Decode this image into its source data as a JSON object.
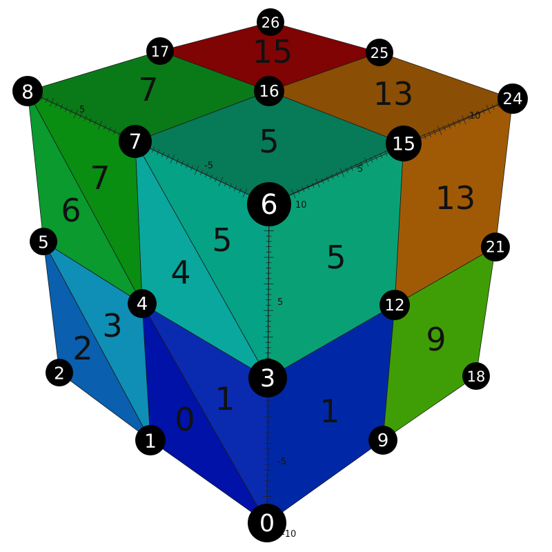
{
  "faces": [
    {
      "label": "0",
      "color": "#0012a8"
    },
    {
      "label": "1",
      "color": "#0a2bb0"
    },
    {
      "label": "1",
      "color": "#0028a6"
    },
    {
      "label": "2",
      "color": "#0a5fae"
    },
    {
      "label": "3",
      "color": "#0f8fb6"
    },
    {
      "label": "4",
      "color": "#0aa79e"
    },
    {
      "label": "5",
      "color": "#06a285"
    },
    {
      "label": "5",
      "color": "#0aa076"
    },
    {
      "label": "5",
      "color": "#077a58"
    },
    {
      "label": "6",
      "color": "#0a9a2e"
    },
    {
      "label": "7",
      "color": "#098e12"
    },
    {
      "label": "7",
      "color": "#0a7a18"
    },
    {
      "label": "9",
      "color": "#3f9e06"
    },
    {
      "label": "13",
      "color": "#a05a06"
    },
    {
      "label": "13",
      "color": "#8a4e04"
    },
    {
      "label": "15",
      "color": "#800404"
    }
  ],
  "nodes": [
    "0",
    "1",
    "2",
    "3",
    "4",
    "5",
    "6",
    "7",
    "8",
    "9",
    "12",
    "15",
    "16",
    "17",
    "18",
    "21",
    "24",
    "25",
    "26"
  ],
  "axis_ticks": {
    "vertical": [
      "5",
      "-5",
      "-10"
    ],
    "left": [
      "-5",
      "5"
    ],
    "right": [
      "5",
      "10"
    ],
    "origin": "10"
  }
}
